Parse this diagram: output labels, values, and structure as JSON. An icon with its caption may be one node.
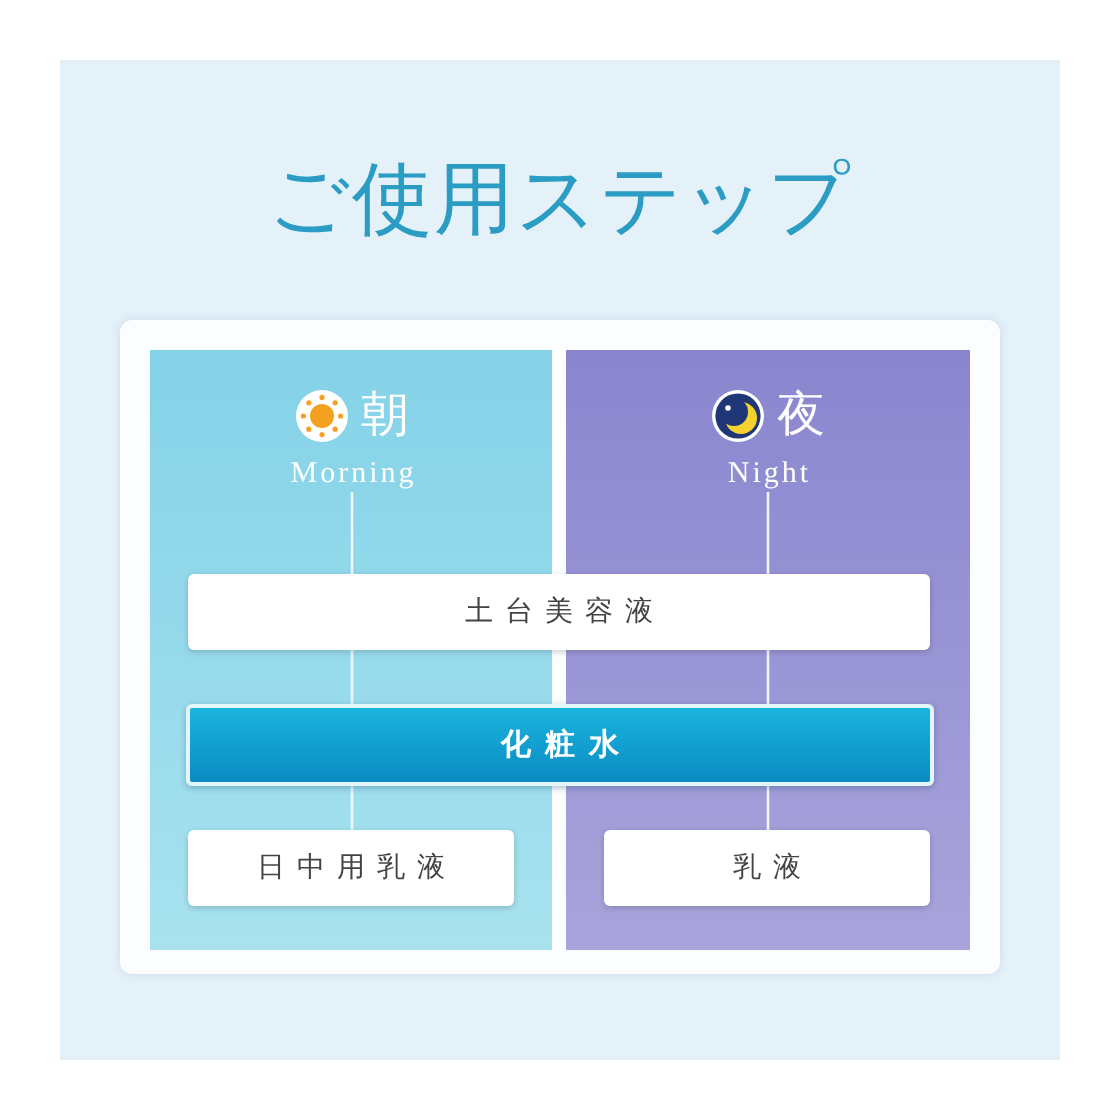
{
  "diagram": {
    "title": "ご使用ステップ",
    "nodes": [
      {
        "text": [],
        "shape": "box"
      },
      {
        "text": [
          "朝",
          "Morning"
        ],
        "in": 0
      },
      {
        "text": [],
        "shape": "box"
      },
      {
        "text": [
          "夜",
          "Night"
        ],
        "in": 2
      },
      {
        "text": [
          "土台美容液"
        ]
      },
      {
        "text": [
          "化粧水"
        ]
      },
      {
        "text": [
          "日中用乳液"
        ],
        "in": 0
      },
      {
        "text": [
          "乳液"
        ],
        "in": 2
      }
    ],
    "edges": [
      {
        "from": 1,
        "to": 4,
        "arrow": "none"
      },
      {
        "from": 4,
        "to": 5,
        "arrow": "none"
      },
      {
        "from": 5,
        "to": 6,
        "arrow": "none"
      },
      {
        "from": 3,
        "to": 4,
        "arrow": "none"
      },
      {
        "from": 4,
        "to": 5,
        "arrow": "none"
      },
      {
        "from": 5,
        "to": 7,
        "arrow": "none"
      }
    ]
  }
}
